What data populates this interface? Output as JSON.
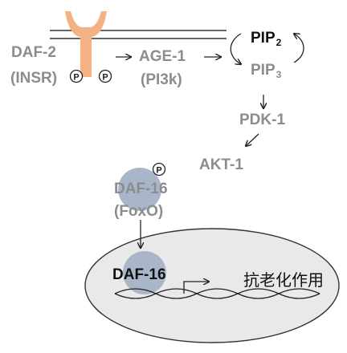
{
  "colors": {
    "grey_text": "#8c8c8c",
    "dark_text": "#111111",
    "receptor": "#f4b183",
    "protein_circle": "#a9b5c8",
    "nucleus_fill": "#e9e9e9",
    "nucleus_border": "#333333",
    "membrane": "#333333",
    "arrow": "#222222"
  },
  "membrane": {
    "receptor": {
      "name_line1": "DAF-2",
      "name_line2": "(INSR)",
      "phospho_mark": "P"
    }
  },
  "pathway": {
    "age1": {
      "name_line1": "AGE-1",
      "name_line2": "(PI3k)"
    },
    "pip2": {
      "label": "PIP",
      "subscript": "2"
    },
    "pip3": {
      "label": "PIP",
      "subscript": "3"
    },
    "pdk1": "PDK-1",
    "akt1": "AKT-1"
  },
  "cytoplasm": {
    "daf16": {
      "name_line1": "DAF-16",
      "name_line2": "(FoxO)",
      "phospho_mark": "P"
    }
  },
  "nucleus": {
    "daf16_label": "DAF-16",
    "target_label": "抗老化作用"
  },
  "icons": [
    "phosphate-circle-icon",
    "cycle-arrow-icon",
    "transcription-start-arrow-icon",
    "dna-helix-icon"
  ]
}
